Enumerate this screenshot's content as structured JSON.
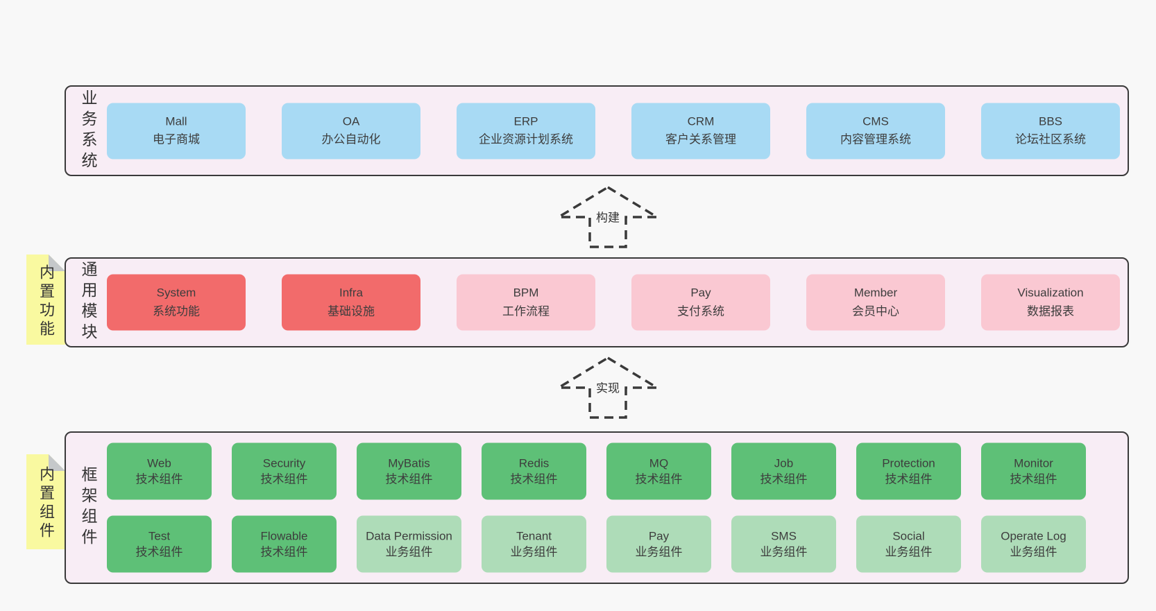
{
  "colors": {
    "page-bg": "#f8f8f8",
    "section-bg": "#f8edf5",
    "section-border": "#3a3a3a",
    "box-blue": "#a8daf4",
    "box-red": "#f26b6b",
    "box-pink": "#fac8d2",
    "box-green": "#5ec077",
    "box-lightgreen": "#aedcb8",
    "tab-bg": "#f9f9a0",
    "fold-gray": "#c5c8ca",
    "text": "#3d3d3d"
  },
  "arrows": {
    "build": {
      "label": "构建"
    },
    "implement": {
      "label": "实现"
    }
  },
  "sections": {
    "business": {
      "label": "业务系统",
      "boxes": [
        {
          "title": "Mall",
          "subtitle": "电子商城",
          "type": "blue"
        },
        {
          "title": "OA",
          "subtitle": "办公自动化",
          "type": "blue"
        },
        {
          "title": "ERP",
          "subtitle": "企业资源计划系统",
          "type": "blue"
        },
        {
          "title": "CRM",
          "subtitle": "客户关系管理",
          "type": "blue"
        },
        {
          "title": "CMS",
          "subtitle": "内容管理系统",
          "type": "blue"
        },
        {
          "title": "BBS",
          "subtitle": "论坛社区系统",
          "type": "blue"
        }
      ]
    },
    "modules": {
      "label": "通用模块",
      "tab": "内置功能",
      "boxes": [
        {
          "title": "System",
          "subtitle": "系统功能",
          "type": "red"
        },
        {
          "title": "Infra",
          "subtitle": "基础设施",
          "type": "red"
        },
        {
          "title": "BPM",
          "subtitle": "工作流程",
          "type": "pink"
        },
        {
          "title": "Pay",
          "subtitle": "支付系统",
          "type": "pink"
        },
        {
          "title": "Member",
          "subtitle": "会员中心",
          "type": "pink"
        },
        {
          "title": "Visualization",
          "subtitle": "数据报表",
          "type": "pink"
        }
      ]
    },
    "framework": {
      "label": "框架组件",
      "tab": "内置组件",
      "rows": [
        [
          {
            "title": "Web",
            "subtitle": "技术组件",
            "type": "green"
          },
          {
            "title": "Security",
            "subtitle": "技术组件",
            "type": "green"
          },
          {
            "title": "MyBatis",
            "subtitle": "技术组件",
            "type": "green"
          },
          {
            "title": "Redis",
            "subtitle": "技术组件",
            "type": "green"
          },
          {
            "title": "MQ",
            "subtitle": "技术组件",
            "type": "green"
          },
          {
            "title": "Job",
            "subtitle": "技术组件",
            "type": "green"
          },
          {
            "title": "Protection",
            "subtitle": "技术组件",
            "type": "green"
          },
          {
            "title": "Monitor",
            "subtitle": "技术组件",
            "type": "green"
          }
        ],
        [
          {
            "title": "Test",
            "subtitle": "技术组件",
            "type": "green"
          },
          {
            "title": "Flowable",
            "subtitle": "技术组件",
            "type": "green"
          },
          {
            "title": "Data Permission",
            "subtitle": "业务组件",
            "type": "lightgreen"
          },
          {
            "title": "Tenant",
            "subtitle": "业务组件",
            "type": "lightgreen"
          },
          {
            "title": "Pay",
            "subtitle": "业务组件",
            "type": "lightgreen"
          },
          {
            "title": "SMS",
            "subtitle": "业务组件",
            "type": "lightgreen"
          },
          {
            "title": "Social",
            "subtitle": "业务组件",
            "type": "lightgreen"
          },
          {
            "title": "Operate Log",
            "subtitle": "业务组件",
            "type": "lightgreen"
          }
        ]
      ]
    }
  }
}
